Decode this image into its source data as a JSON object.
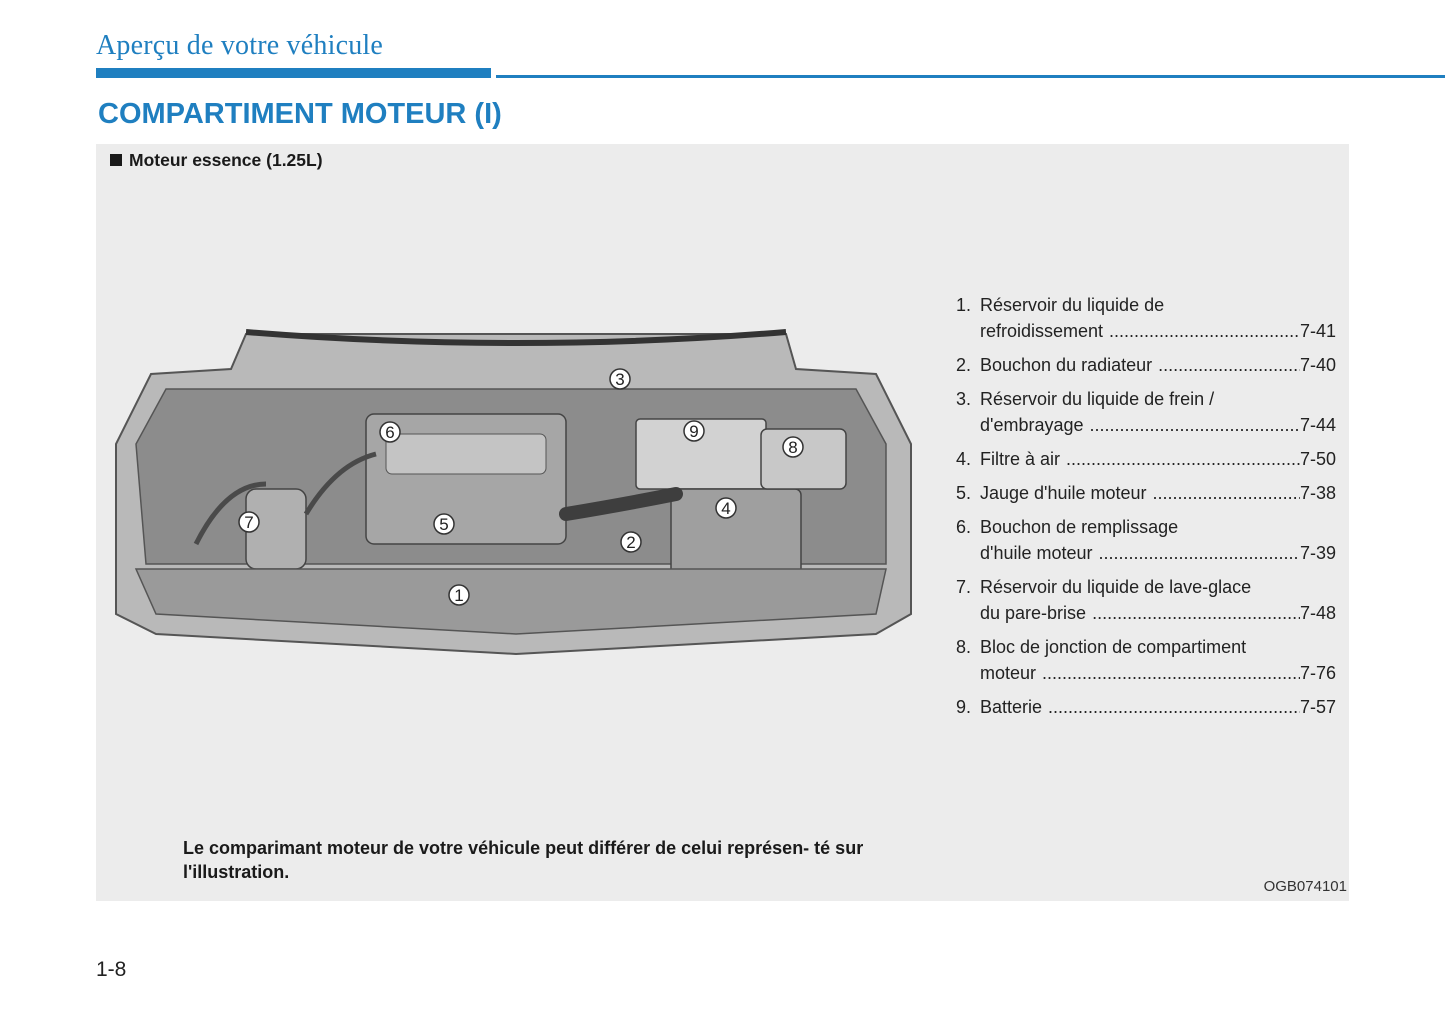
{
  "header": {
    "chapter_title": "Aperçu de votre véhicule"
  },
  "section": {
    "title": "COMPARTIMENT MOTEUR (I)"
  },
  "figure": {
    "subtitle": "Moteur essence (1.25L)",
    "callouts": [
      "1",
      "2",
      "3",
      "4",
      "5",
      "6",
      "7",
      "8",
      "9"
    ],
    "note": "Le comparimant moteur de votre véhicule peut différer de celui représen- té sur l'illustration.",
    "code": "OGB074101"
  },
  "legend": [
    {
      "num": "1.",
      "line1": "Réservoir du liquide de",
      "label": "refroidissement",
      "page": "7-41"
    },
    {
      "num": "2.",
      "line1": "",
      "label": "Bouchon du radiateur",
      "page": "7-40"
    },
    {
      "num": "3.",
      "line1": "Réservoir du liquide de frein /",
      "label": "d'embrayage",
      "page": "7-44"
    },
    {
      "num": "4.",
      "line1": "",
      "label": "Filtre à air",
      "page": "7-50"
    },
    {
      "num": "5.",
      "line1": "",
      "label": "Jauge d'huile moteur",
      "page": "7-38"
    },
    {
      "num": "6.",
      "line1": "Bouchon de remplissage",
      "label": "d'huile moteur",
      "page": "7-39"
    },
    {
      "num": "7.",
      "line1": "Réservoir du liquide de lave-glace",
      "label": "du pare-brise",
      "page": "7-48"
    },
    {
      "num": "8.",
      "line1": "Bloc de jonction de compartiment",
      "label": "moteur",
      "page": "7-76"
    },
    {
      "num": "9.",
      "line1": "",
      "label": "Batterie",
      "page": "7-57"
    }
  ],
  "footer": {
    "page_number": "1-8"
  }
}
